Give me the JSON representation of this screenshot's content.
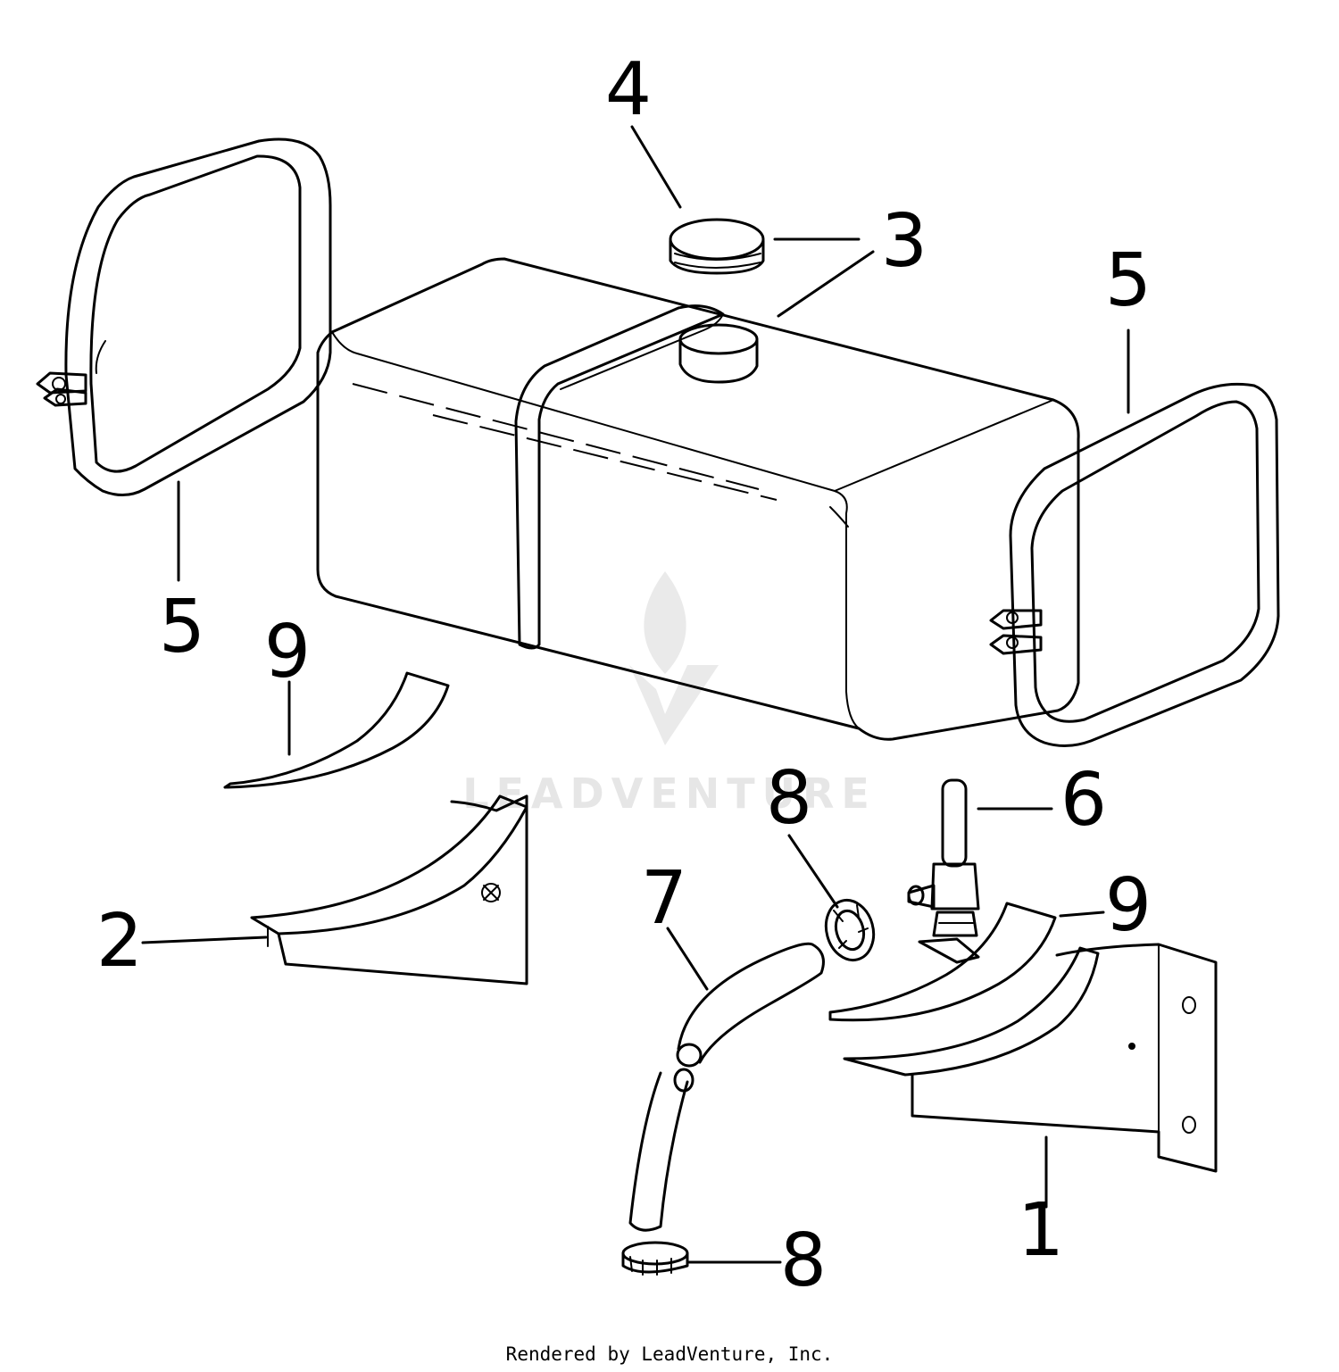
{
  "callouts": {
    "c1": "1",
    "c2": "2",
    "c3": "3",
    "c4": "4",
    "c5a": "5",
    "c5b": "5",
    "c6": "6",
    "c7": "7",
    "c8a": "8",
    "c8b": "8",
    "c9a": "9",
    "c9b": "9"
  },
  "watermark": {
    "text": "LEADVENTURE",
    "icon": "leadventure-flame-logo"
  },
  "footer": {
    "credit": "Rendered by LeadVenture, Inc."
  },
  "colors": {
    "line": "#000000",
    "background": "#ffffff",
    "watermark": "#e6e6e6"
  }
}
